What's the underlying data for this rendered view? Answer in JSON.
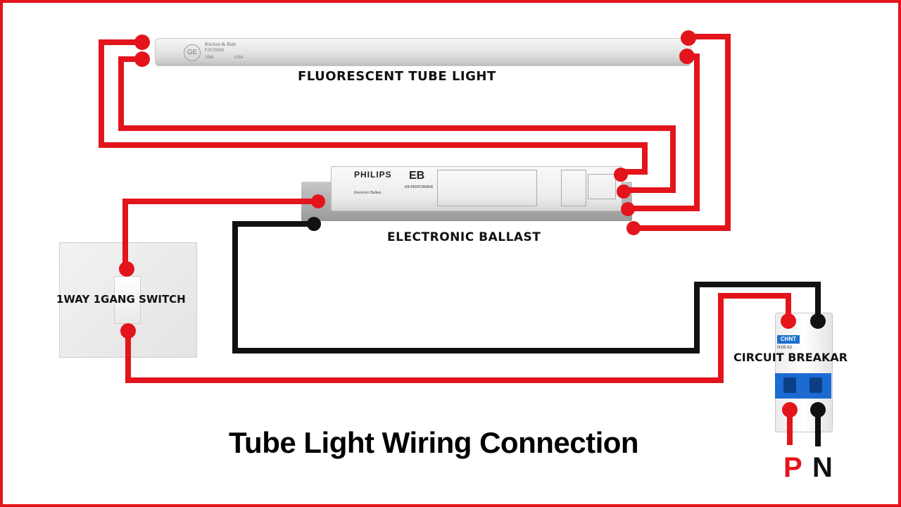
{
  "title": "Tube Light Wiring Connection",
  "labels": {
    "tube": "FLUORESCENT TUBE LIGHT",
    "ballast": "ELECTRONIC BALLAST",
    "switch": "1WAY 1GANG SWITCH",
    "breaker": "CIRCUIT BREAKAR",
    "phase": "P",
    "neutral": "N"
  },
  "tube": {
    "logo": "GE",
    "brand": "Kitchen & Bath",
    "model": "F25T8/KB",
    "watt": "25W",
    "origin": "USA"
  },
  "ballast": {
    "brand": "PHILIPS",
    "series": "EB",
    "series_sub": "EB-PERFORMER",
    "type": "Electronic Ballast"
  },
  "breaker": {
    "brand": "CHNT",
    "model": "NXB-63"
  },
  "colors": {
    "live": "#e3141b",
    "neutral": "#111111",
    "frame": "#e3141b"
  }
}
